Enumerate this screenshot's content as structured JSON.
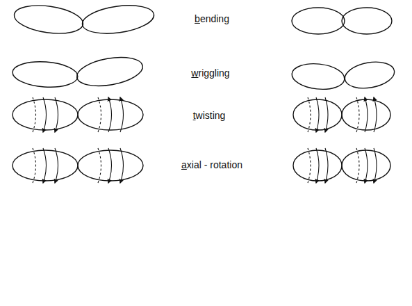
{
  "diagram": {
    "labels": [
      "bending",
      "wriggling",
      "twisting",
      "axial - rotation"
    ]
  }
}
